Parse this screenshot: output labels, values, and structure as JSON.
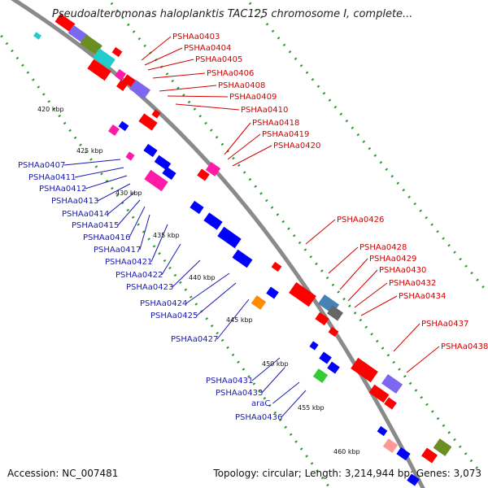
{
  "title": "Pseudoalteromonas haloplanktis TAC125 chromosome I, complete...",
  "accession": "Accession: NC_007481",
  "summary": "Topology: circular; Length: 3,214,944 bp; Genes: 3,073",
  "colors": {
    "backbone": "#8a8a8a",
    "forward_gene": "#ff0000",
    "reverse_gene": "#0000ff",
    "forward_label": "#d40000",
    "reverse_label": "#1a1ab0",
    "tick_dots": "#2a9a2a",
    "olive": "#6b8e23",
    "cyan": "#22cccc",
    "purple": "#7b68ee",
    "magenta": "#ff1aa8",
    "gray": "#666666",
    "orange": "#ff8c00",
    "green": "#33cc33",
    "pink": "#ff9999",
    "steel": "#4682b4"
  },
  "ticks": [
    "420 kbp",
    "425 kbp",
    "430 kbp",
    "435 kbp",
    "440 kbp",
    "445 kbp",
    "450 kbp",
    "455 kbp",
    "460 kbp"
  ],
  "forward_labels": [
    "PSHAa0403",
    "PSHAa0404",
    "PSHAa0405",
    "PSHAa0406",
    "PSHAa0408",
    "PSHAa0409",
    "PSHAa0410",
    "PSHAa0418",
    "PSHAa0419",
    "PSHAa0420",
    "PSHAa0426",
    "PSHAa0428",
    "PSHAa0429",
    "PSHAa0430",
    "PSHAa0432",
    "PSHAa0434",
    "PSHAa0437",
    "PSHAa0438"
  ],
  "reverse_labels": [
    "PSHAa0407",
    "PSHAa0411",
    "PSHAa0412",
    "PSHAa0413",
    "PSHAa0414",
    "PSHAa0415",
    "PSHAa0416",
    "PSHAa0417",
    "PSHAa0421",
    "PSHAa0422",
    "PSHAa0423",
    "PSHAa0424",
    "PSHAa0425",
    "PSHAa0427",
    "PSHAa0431",
    "PSHAa0433",
    "araC",
    "PSHAa0436"
  ]
}
